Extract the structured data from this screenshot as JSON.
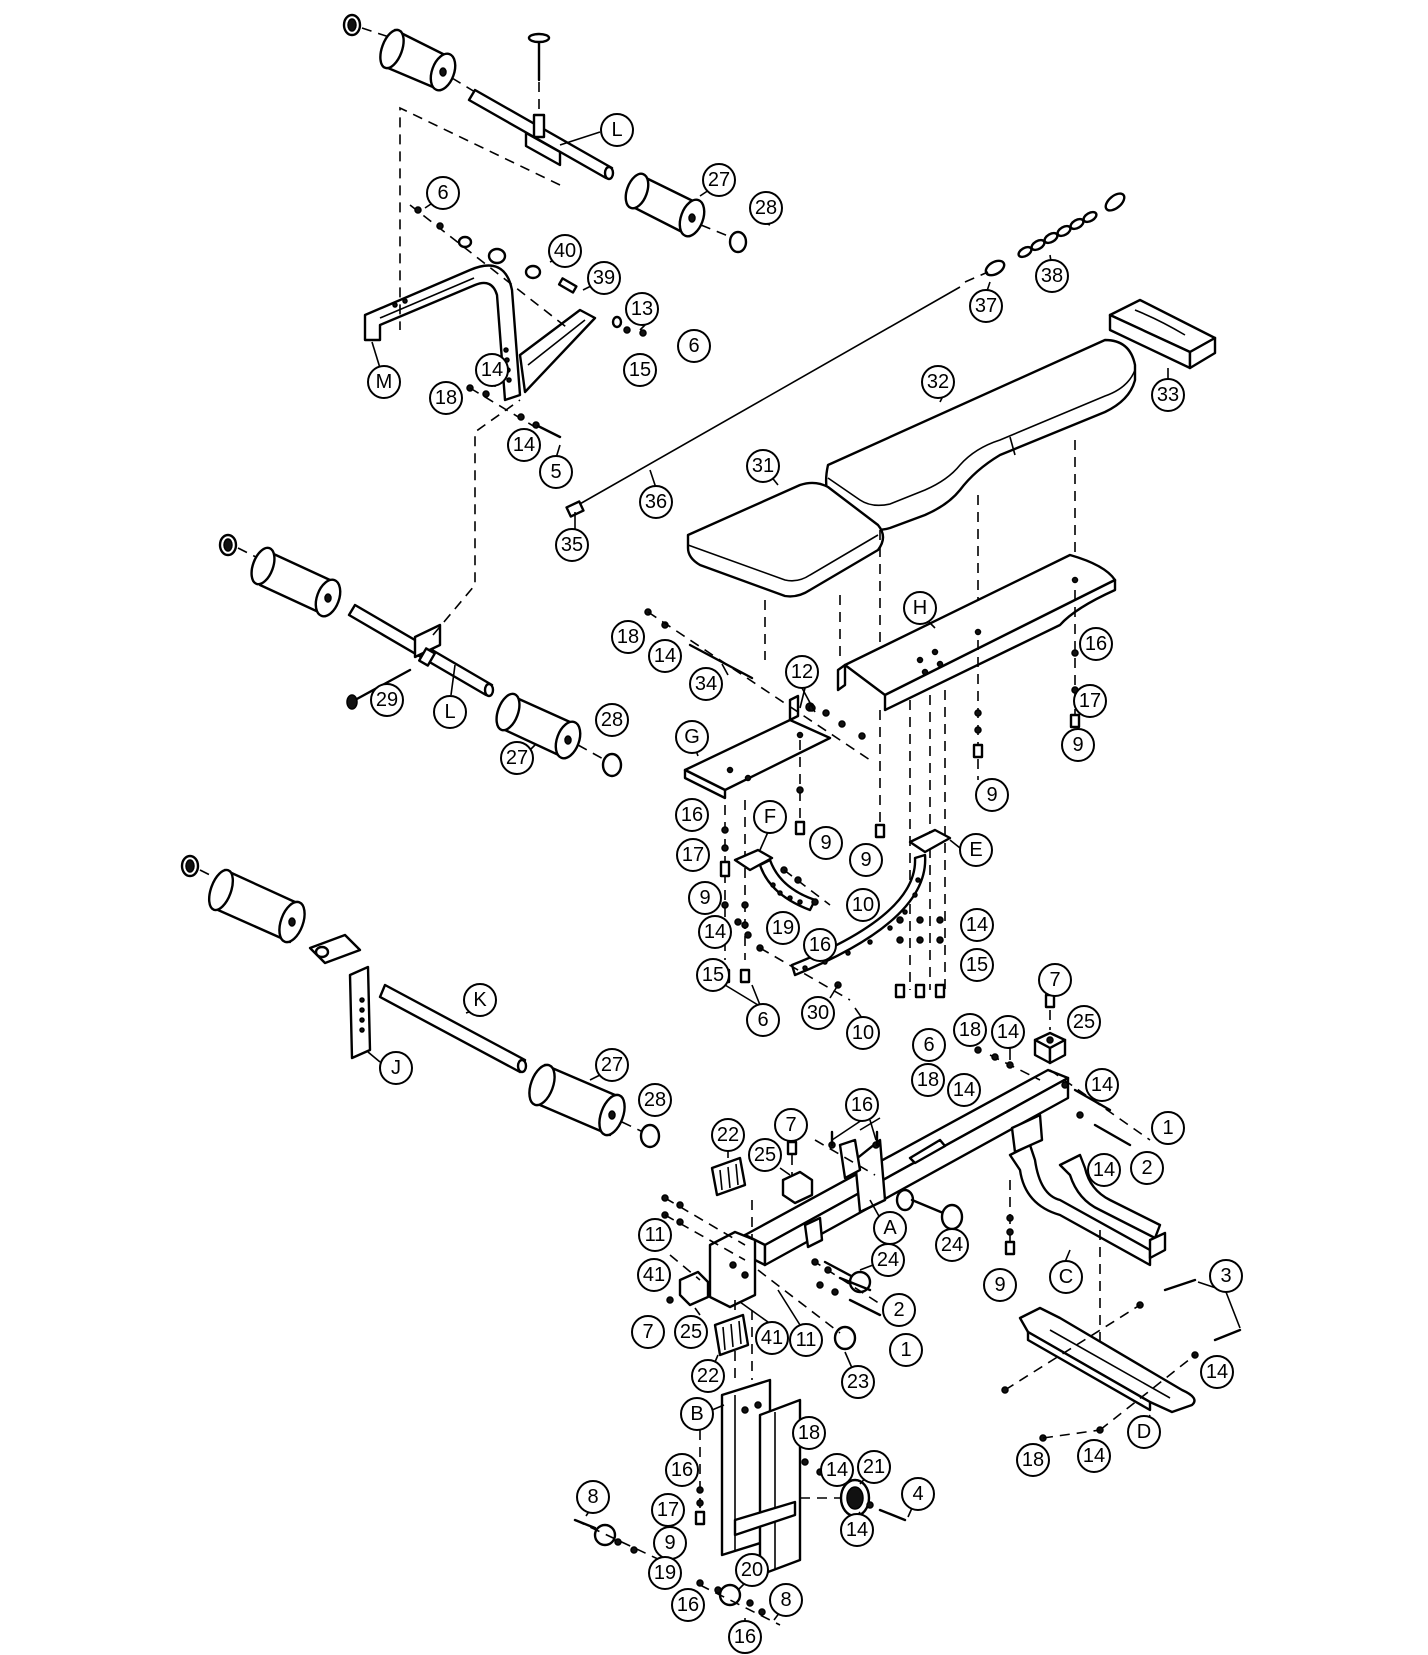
{
  "callouts": [
    {
      "id": "c-L-top",
      "label": "L"
    },
    {
      "id": "c-6-a",
      "label": "6"
    },
    {
      "id": "c-27-a",
      "label": "27"
    },
    {
      "id": "c-28-a",
      "label": "28"
    },
    {
      "id": "c-40",
      "label": "40"
    },
    {
      "id": "c-39",
      "label": "39"
    },
    {
      "id": "c-13",
      "label": "13"
    },
    {
      "id": "c-6-b",
      "label": "6"
    },
    {
      "id": "c-15-a",
      "label": "15"
    },
    {
      "id": "c-38",
      "label": "38"
    },
    {
      "id": "c-37",
      "label": "37"
    },
    {
      "id": "c-33",
      "label": "33"
    },
    {
      "id": "c-32",
      "label": "32"
    },
    {
      "id": "c-M",
      "label": "M"
    },
    {
      "id": "c-14-a",
      "label": "14"
    },
    {
      "id": "c-18-a",
      "label": "18"
    },
    {
      "id": "c-14-b",
      "label": "14"
    },
    {
      "id": "c-5",
      "label": "5"
    },
    {
      "id": "c-31",
      "label": "31"
    },
    {
      "id": "c-36",
      "label": "36"
    },
    {
      "id": "c-35",
      "label": "35"
    },
    {
      "id": "c-H",
      "label": "H"
    },
    {
      "id": "c-18-b",
      "label": "18"
    },
    {
      "id": "c-14-c",
      "label": "14"
    },
    {
      "id": "c-16-a",
      "label": "16"
    },
    {
      "id": "c-34",
      "label": "34"
    },
    {
      "id": "c-12",
      "label": "12"
    },
    {
      "id": "c-17-a",
      "label": "17"
    },
    {
      "id": "c-29",
      "label": "29"
    },
    {
      "id": "c-L-mid",
      "label": "L"
    },
    {
      "id": "c-28-b",
      "label": "28"
    },
    {
      "id": "c-27-b",
      "label": "27"
    },
    {
      "id": "c-9-a",
      "label": "9"
    },
    {
      "id": "c-G",
      "label": "G"
    },
    {
      "id": "c-9-b",
      "label": "9"
    },
    {
      "id": "c-16-b",
      "label": "16"
    },
    {
      "id": "c-F",
      "label": "F"
    },
    {
      "id": "c-9-c",
      "label": "9"
    },
    {
      "id": "c-9-d",
      "label": "9"
    },
    {
      "id": "c-E",
      "label": "E"
    },
    {
      "id": "c-17-b",
      "label": "17"
    },
    {
      "id": "c-9-e",
      "label": "9"
    },
    {
      "id": "c-10-a",
      "label": "10"
    },
    {
      "id": "c-14-d",
      "label": "14"
    },
    {
      "id": "c-19-a",
      "label": "19"
    },
    {
      "id": "c-16-c",
      "label": "16"
    },
    {
      "id": "c-14-e",
      "label": "14"
    },
    {
      "id": "c-15-b",
      "label": "15"
    },
    {
      "id": "c-15-c",
      "label": "15"
    },
    {
      "id": "c-K",
      "label": "K"
    },
    {
      "id": "c-6-c",
      "label": "6"
    },
    {
      "id": "c-30",
      "label": "30"
    },
    {
      "id": "c-10-b",
      "label": "10"
    },
    {
      "id": "c-7-a",
      "label": "7"
    },
    {
      "id": "c-J",
      "label": "J"
    },
    {
      "id": "c-27-c",
      "label": "27"
    },
    {
      "id": "c-18-c",
      "label": "18"
    },
    {
      "id": "c-14-f",
      "label": "14"
    },
    {
      "id": "c-25-a",
      "label": "25"
    },
    {
      "id": "c-6-d",
      "label": "6"
    },
    {
      "id": "c-18-d",
      "label": "18"
    },
    {
      "id": "c-14-g",
      "label": "14"
    },
    {
      "id": "c-14-h",
      "label": "14"
    },
    {
      "id": "c-16-d",
      "label": "16"
    },
    {
      "id": "c-28-c",
      "label": "28"
    },
    {
      "id": "c-22-a",
      "label": "22"
    },
    {
      "id": "c-7-b",
      "label": "7"
    },
    {
      "id": "c-1-a",
      "label": "1"
    },
    {
      "id": "c-25-b",
      "label": "25"
    },
    {
      "id": "c-2-a",
      "label": "2"
    },
    {
      "id": "c-14-i",
      "label": "14"
    },
    {
      "id": "c-A",
      "label": "A"
    },
    {
      "id": "c-24-a",
      "label": "24"
    },
    {
      "id": "c-11-a",
      "label": "11"
    },
    {
      "id": "c-24-b",
      "label": "24"
    },
    {
      "id": "c-9-f",
      "label": "9"
    },
    {
      "id": "c-C",
      "label": "C"
    },
    {
      "id": "c-41-a",
      "label": "41"
    },
    {
      "id": "c-3",
      "label": "3"
    },
    {
      "id": "c-2-b",
      "label": "2"
    },
    {
      "id": "c-7-c",
      "label": "7"
    },
    {
      "id": "c-25-c",
      "label": "25"
    },
    {
      "id": "c-41-b",
      "label": "41"
    },
    {
      "id": "c-11-b",
      "label": "11"
    },
    {
      "id": "c-1-b",
      "label": "1"
    },
    {
      "id": "c-22-b",
      "label": "22"
    },
    {
      "id": "c-14-j",
      "label": "14"
    },
    {
      "id": "c-23",
      "label": "23"
    },
    {
      "id": "c-B",
      "label": "B"
    },
    {
      "id": "c-D",
      "label": "D"
    },
    {
      "id": "c-18-e",
      "label": "18"
    },
    {
      "id": "c-14-k",
      "label": "14"
    },
    {
      "id": "c-18-f",
      "label": "18"
    },
    {
      "id": "c-16-e",
      "label": "16"
    },
    {
      "id": "c-14-l",
      "label": "14"
    },
    {
      "id": "c-21",
      "label": "21"
    },
    {
      "id": "c-17-c",
      "label": "17"
    },
    {
      "id": "c-4",
      "label": "4"
    },
    {
      "id": "c-8-a",
      "label": "8"
    },
    {
      "id": "c-9-g",
      "label": "9"
    },
    {
      "id": "c-14-m",
      "label": "14"
    },
    {
      "id": "c-20",
      "label": "20"
    },
    {
      "id": "c-19-b",
      "label": "19"
    },
    {
      "id": "c-8-b",
      "label": "8"
    },
    {
      "id": "c-16-f",
      "label": "16"
    },
    {
      "id": "c-16-g",
      "label": "16"
    }
  ]
}
